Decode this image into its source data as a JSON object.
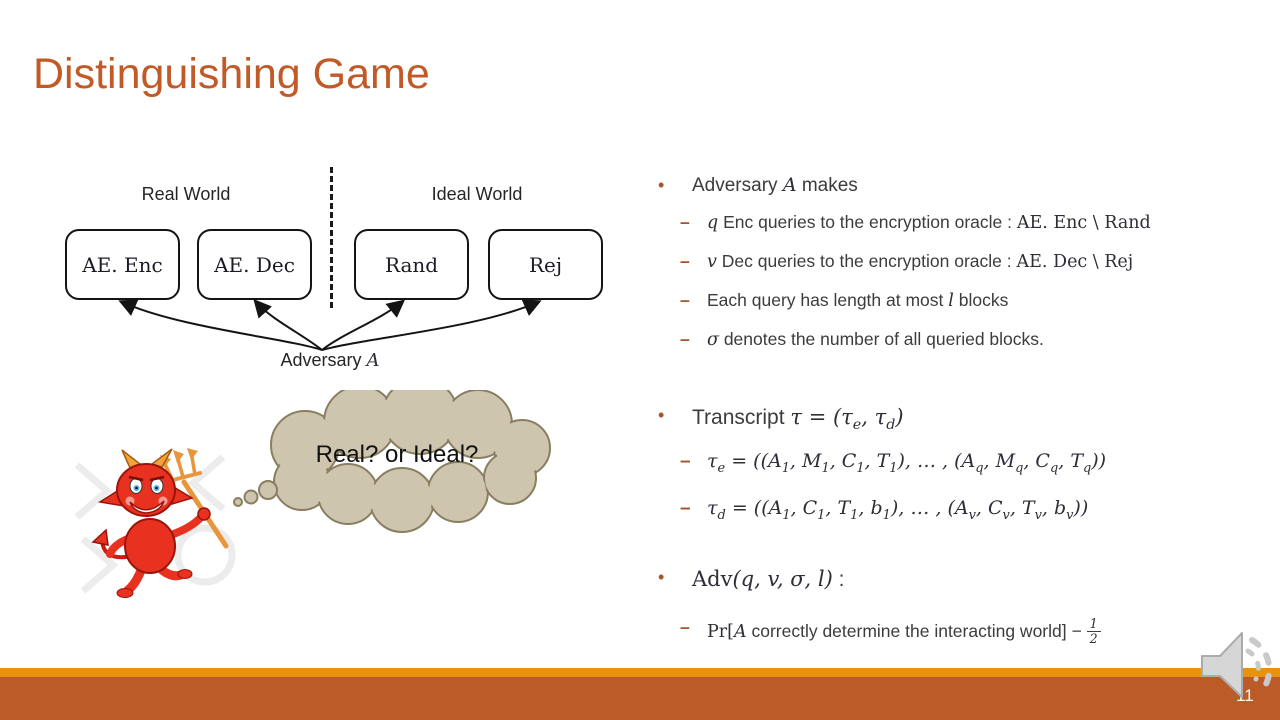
{
  "title": "Distinguishing Game",
  "page_number": "11",
  "colors": {
    "accent_title": "#C25A28",
    "footer_bar": "#BD5B28",
    "footer_stripe": "#E8920E",
    "bubble_fill": "#CEC5AE",
    "devil_red": "#E8321F",
    "bullet_marker": "#A3552C"
  },
  "diagram": {
    "real_world_label": "Real World",
    "ideal_world_label": "Ideal World",
    "boxes": [
      {
        "label": "AE. Enc"
      },
      {
        "label": "AE. Dec"
      },
      {
        "label": "Rand"
      },
      {
        "label": "Rej"
      }
    ],
    "adversary_label": "Adversary `A`"
  },
  "thought_bubble": {
    "text": "Real? or Ideal?"
  },
  "bullets": {
    "bullet_char": "•",
    "dash_char": "–",
    "items": [
      {
        "level": 1,
        "text": "Adversary `A` makes"
      },
      {
        "level": 2,
        "text": "`q` Enc queries to the encryption oracle : [[AE. Enc \\ Rand]]"
      },
      {
        "level": 2,
        "text": "`v` Dec queries to the encryption oracle : [[AE. Dec \\ Rej]]"
      },
      {
        "level": 2,
        "text": "Each query has length at most `l` blocks"
      },
      {
        "level": 2,
        "text": "`σ` denotes the number of all queried blocks."
      },
      {
        "level": 1,
        "text": "Transcript `τ = (τ_{e}, τ_{d})`"
      },
      {
        "level": 2,
        "text": "`τ_{e} = ((A_{1}, M_{1}, C_{1}, T_{1}), … , (A_{q}, M_{q}, C_{q}, T_{q}))`"
      },
      {
        "level": 2,
        "text": "`τ_{d} = ((A_{1}, C_{1}, T_{1}, b_{1}), … , (A_{v}, C_{v}, T_{v}, b_{v}))`"
      },
      {
        "level": 1,
        "text": "[[Adv]]`(q, v, σ, l)` :"
      },
      {
        "level": 2,
        "text": "[[Pr[]]`A` correctly determine the interacting world]  − [[FRAC:1:2]]"
      }
    ]
  }
}
